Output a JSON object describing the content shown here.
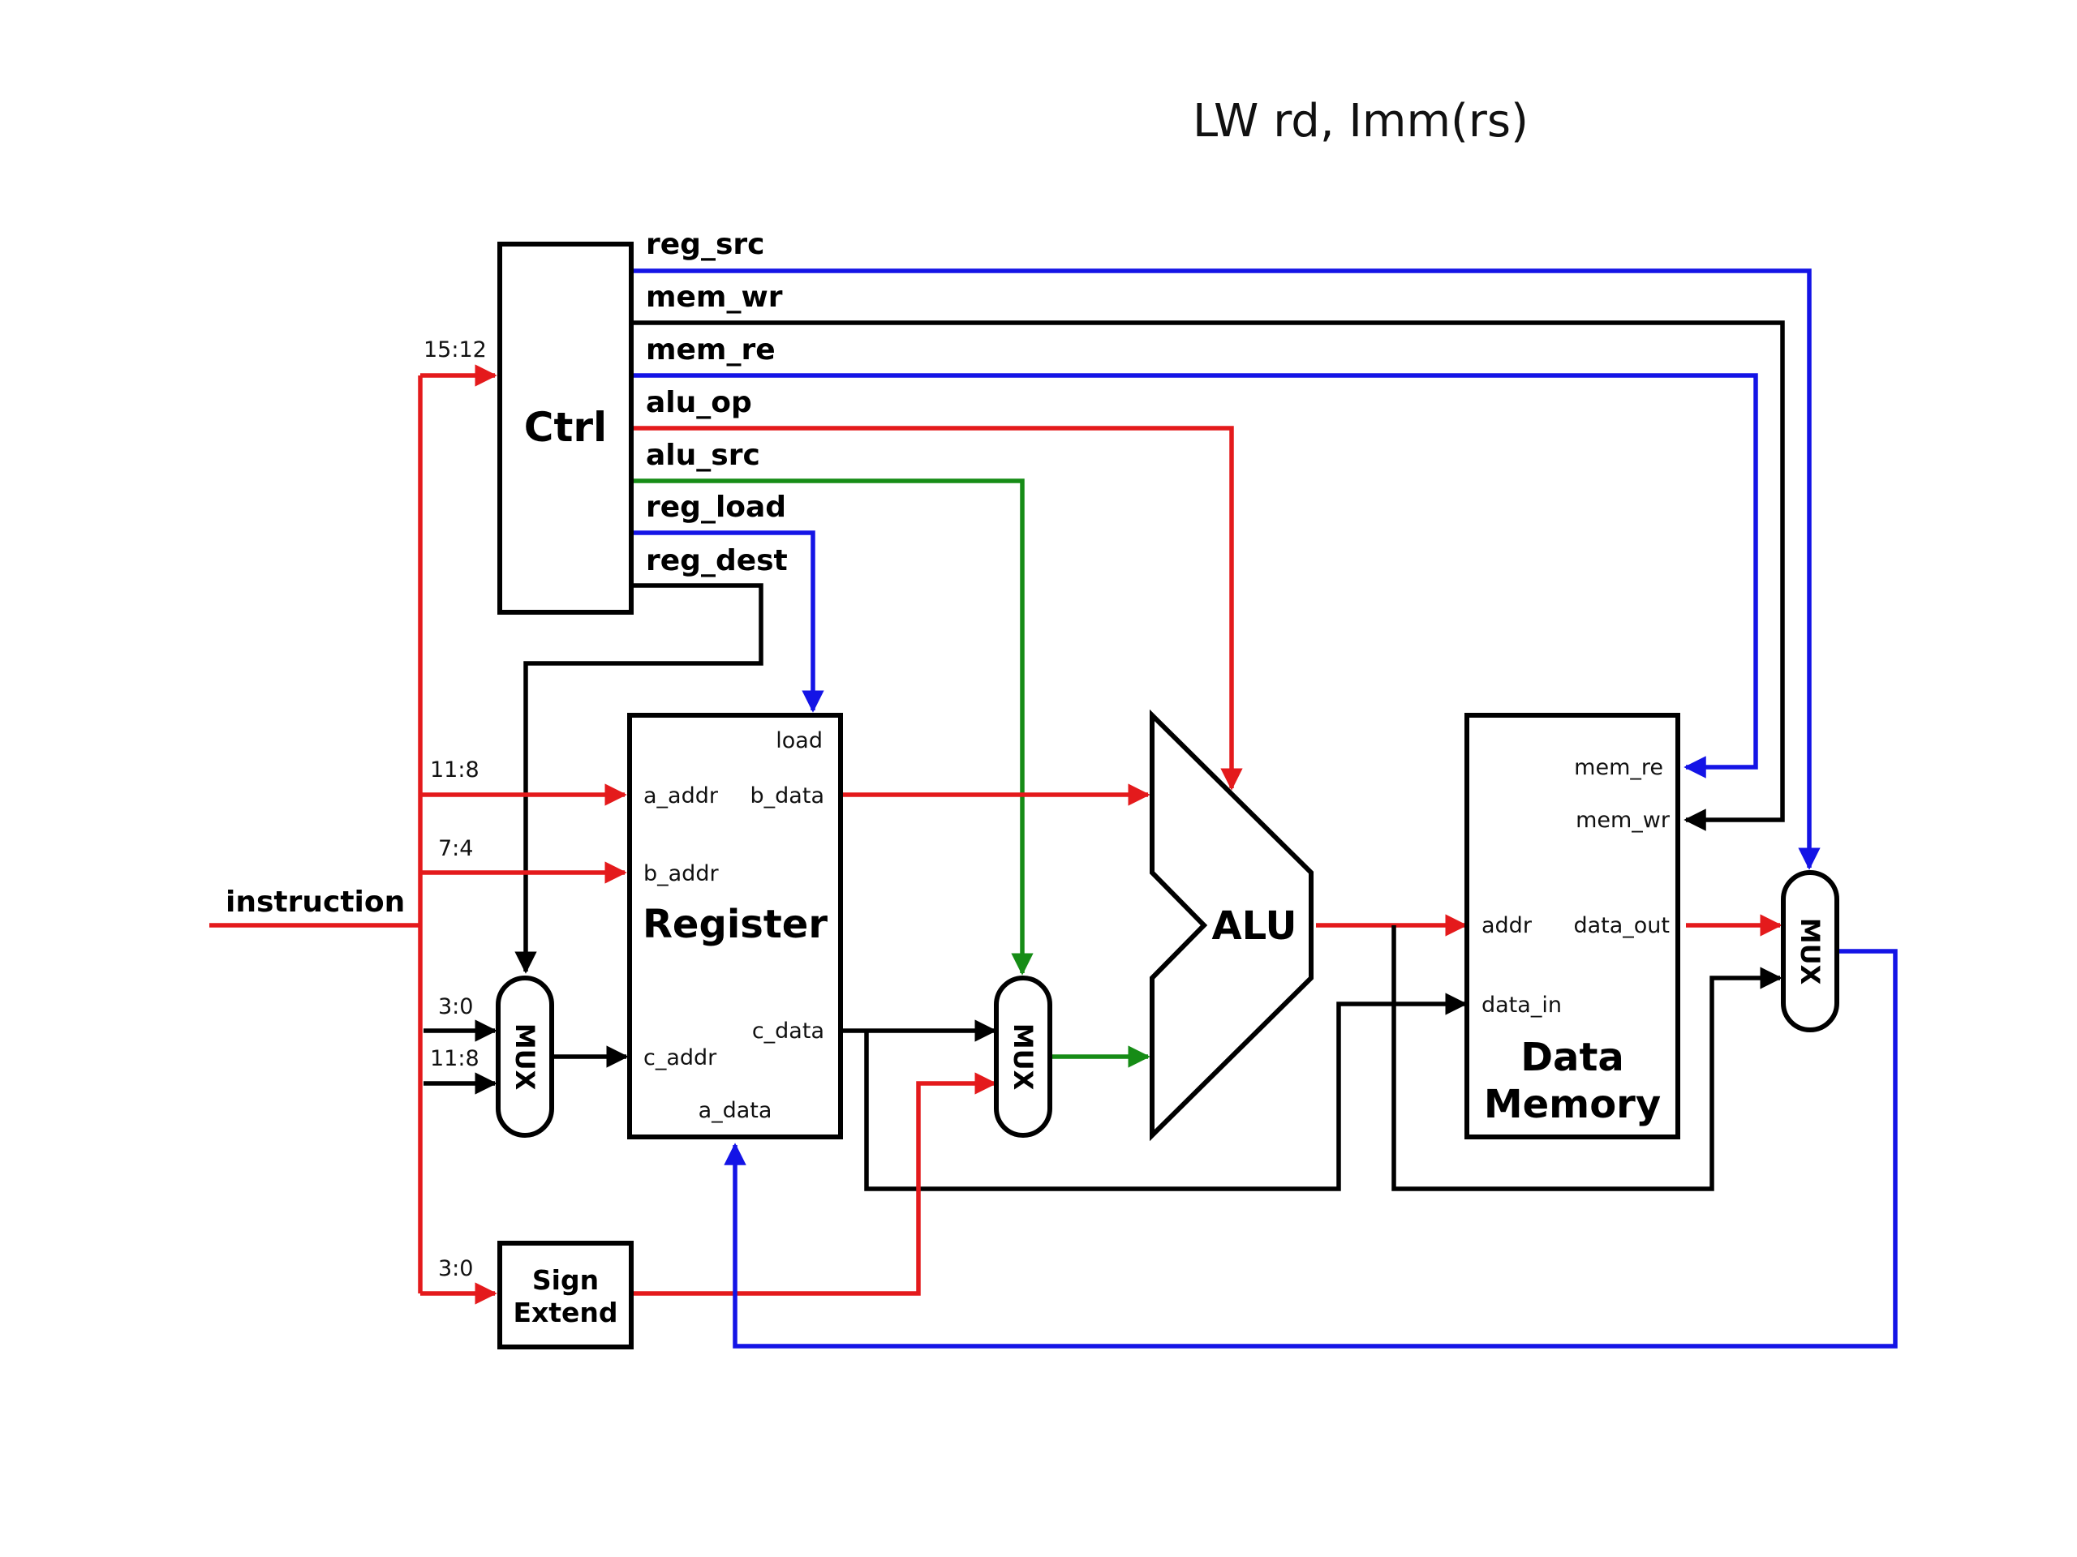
{
  "title": "LW rd, Imm(rs)",
  "ctrl": {
    "label": "Ctrl",
    "signals": [
      "reg_src",
      "mem_wr",
      "mem_re",
      "alu_op",
      "alu_src",
      "reg_load",
      "reg_dest"
    ]
  },
  "instruction": {
    "label": "instruction",
    "bits": {
      "op": "15:12",
      "a": "11:8",
      "b": "7:4",
      "c_mux_0": "3:0",
      "c_mux_1": "11:8",
      "imm": "3:0"
    }
  },
  "register": {
    "label": "Register",
    "ports": {
      "load": "load",
      "a_addr": "a_addr",
      "b_data": "b_data",
      "b_addr": "b_addr",
      "c_data": "c_data",
      "c_addr": "c_addr",
      "a_data": "a_data"
    }
  },
  "alu": {
    "label": "ALU"
  },
  "memory": {
    "label_line1": "Data",
    "label_line2": "Memory",
    "ports": {
      "mem_re": "mem_re",
      "mem_wr": "mem_wr",
      "addr": "addr",
      "data_out": "data_out",
      "data_in": "data_in"
    }
  },
  "sign_extend": {
    "line1": "Sign",
    "line2": "Extend"
  },
  "mux_label": "MUX",
  "colors": {
    "red": "#e41a1c",
    "blue": "#1414e6",
    "green": "#168c16",
    "black": "#000000"
  }
}
